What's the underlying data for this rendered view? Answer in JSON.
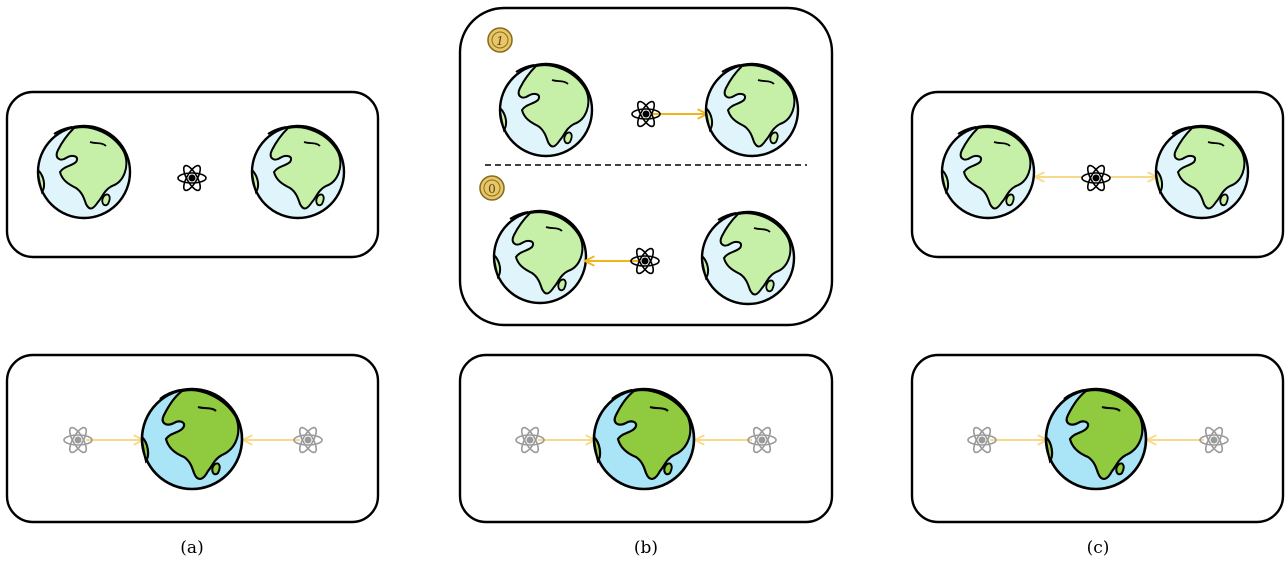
{
  "captions": {
    "a": "(a)",
    "b": "(b)",
    "c": "(c)"
  },
  "coins": {
    "heads_symbol": "1",
    "tails_symbol": "0"
  },
  "colors": {
    "ocean_pale": "#dff4fb",
    "land_pale": "#c6f0a8",
    "ocean_bright": "#a9e4f7",
    "land_bright": "#8fca3f",
    "arrow": "#f2b41b",
    "arrow_faded": "#f8d98a",
    "outline": "#000000",
    "atom_faded": "#9a9a9a",
    "coin": "#e8c76a"
  }
}
